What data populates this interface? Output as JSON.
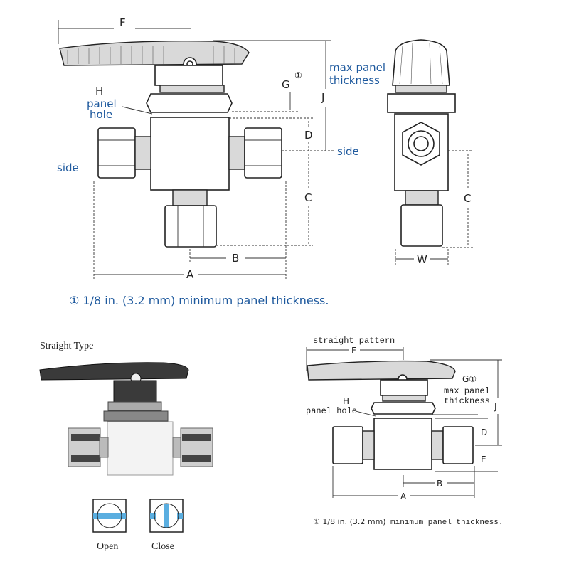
{
  "top_view": {
    "dim_F": "F",
    "dim_H": "H",
    "panel_hole": [
      "panel",
      "hole"
    ],
    "dim_G": "G",
    "footnote_mark": "①",
    "max_panel_thickness": [
      "max panel",
      "thickness"
    ],
    "dim_J": "J",
    "dim_D": "D",
    "side_right": "side",
    "side_left": "side",
    "dim_C": "C",
    "dim_B": "B",
    "dim_A": "A",
    "note": "① 1/8 in. (3.2 mm) minimum panel thickness."
  },
  "side_view": {
    "dim_C": "C",
    "dim_W": "W"
  },
  "straight_type": {
    "title": "Straight Type",
    "open_label": "Open",
    "close_label": "Close",
    "colors": {
      "flow": "#5aaee0",
      "handle": "#3a3a3a"
    }
  },
  "straight_pattern": {
    "title": "straight pattern",
    "dim_F": "F",
    "dim_G": "G①",
    "max_panel_thickness": [
      "max panel",
      "thickness"
    ],
    "dim_H": "H",
    "panel_hole": "panel hole",
    "dim_J": "J",
    "dim_D": "D",
    "dim_E": "E",
    "dim_B": "B",
    "dim_A": "A",
    "note_sans": "① 1/8 in. (3.2 mm)",
    "note_mono": "minimum panel thickness."
  }
}
